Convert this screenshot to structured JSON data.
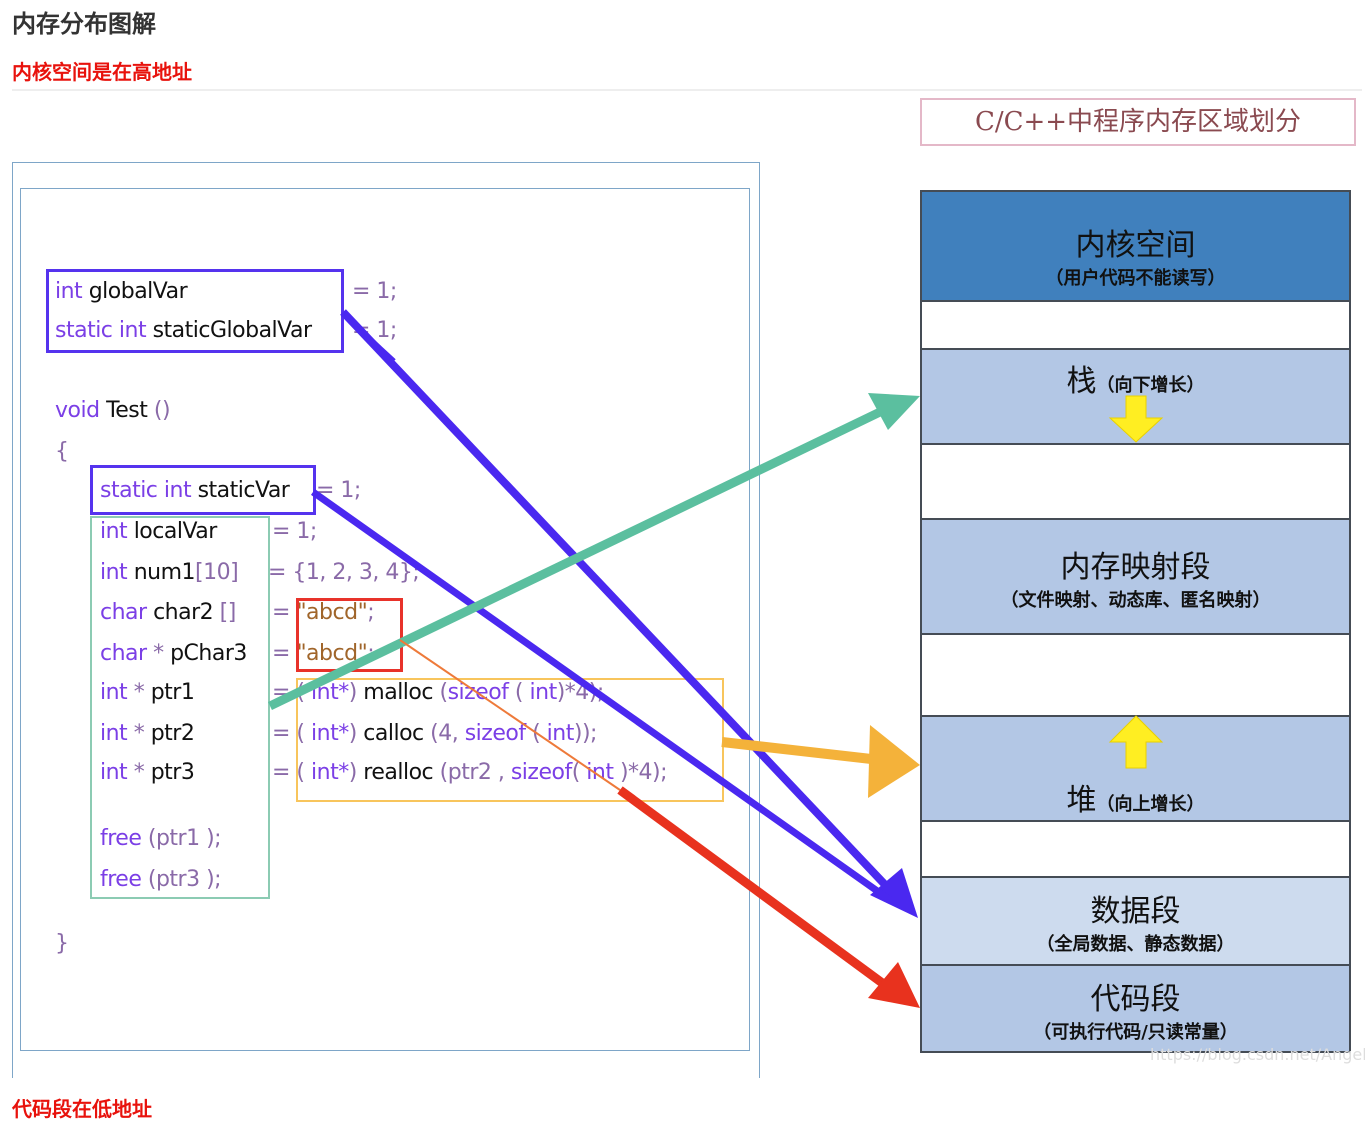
{
  "header": {
    "title": "内存分布图解",
    "note_top": "内核空间是在高地址",
    "note_bottom": "代码段在低地址"
  },
  "code": {
    "lines": [
      {
        "tokens": [
          [
            "kw",
            "int "
          ],
          [
            "id",
            "globalVar"
          ]
        ],
        "rhs": [
          [
            "op",
            "= 1;"
          ]
        ]
      },
      {
        "tokens": [
          [
            "kw",
            "static int "
          ],
          [
            "id",
            "staticGlobalVar"
          ]
        ],
        "rhs": [
          [
            "op",
            "= 1;"
          ]
        ]
      },
      {
        "tokens": [
          [
            "kw",
            "void "
          ],
          [
            "id",
            "Test "
          ],
          [
            "op",
            "()"
          ]
        ],
        "rhs": []
      },
      {
        "tokens": [
          [
            "op",
            "{"
          ]
        ],
        "rhs": []
      },
      {
        "tokens": [
          [
            "kw",
            "static int "
          ],
          [
            "id",
            "staticVar"
          ]
        ],
        "rhs": [
          [
            "op",
            "= 1;"
          ]
        ]
      },
      {
        "tokens": [
          [
            "kw",
            "int "
          ],
          [
            "id",
            "localVar"
          ]
        ],
        "rhs": [
          [
            "op",
            "= 1;"
          ]
        ]
      },
      {
        "tokens": [
          [
            "kw",
            "int "
          ],
          [
            "id",
            "num1"
          ],
          [
            "op",
            "[10]"
          ]
        ],
        "rhs": [
          [
            "op",
            "= {1, 2, 3, 4};"
          ]
        ]
      },
      {
        "tokens": [
          [
            "kw",
            "char "
          ],
          [
            "id",
            "char2 "
          ],
          [
            "op",
            "[]"
          ]
        ],
        "rhs": [
          [
            "op",
            "= "
          ],
          [
            "str",
            "\"abcd\""
          ],
          [
            "op",
            ";"
          ]
        ]
      },
      {
        "tokens": [
          [
            "kw",
            "char "
          ],
          [
            "op",
            "* "
          ],
          [
            "id",
            "pChar3"
          ]
        ],
        "rhs": [
          [
            "op",
            "= "
          ],
          [
            "str",
            "\"abcd\""
          ],
          [
            "op",
            ";"
          ]
        ]
      },
      {
        "tokens": [
          [
            "kw",
            "int "
          ],
          [
            "op",
            "* "
          ],
          [
            "id",
            "ptr1"
          ]
        ],
        "rhs": [
          [
            "op",
            "= ( "
          ],
          [
            "kw",
            "int*"
          ],
          [
            "op",
            ") "
          ],
          [
            "id",
            "malloc "
          ],
          [
            "op",
            "("
          ],
          [
            "kw",
            "sizeof"
          ],
          [
            "op",
            " ( "
          ],
          [
            "kw",
            "int"
          ],
          [
            "op",
            ")*4);"
          ]
        ]
      },
      {
        "tokens": [
          [
            "kw",
            "int "
          ],
          [
            "op",
            "* "
          ],
          [
            "id",
            "ptr2"
          ]
        ],
        "rhs": [
          [
            "op",
            "= ( "
          ],
          [
            "kw",
            "int*"
          ],
          [
            "op",
            ") "
          ],
          [
            "id",
            "calloc "
          ],
          [
            "op",
            "(4, "
          ],
          [
            "kw",
            "sizeof"
          ],
          [
            "op",
            " ( "
          ],
          [
            "kw",
            "int"
          ],
          [
            "op",
            "));"
          ]
        ]
      },
      {
        "tokens": [
          [
            "kw",
            "int "
          ],
          [
            "op",
            "* "
          ],
          [
            "id",
            "ptr3"
          ]
        ],
        "rhs": [
          [
            "op",
            "= ( "
          ],
          [
            "kw",
            "int*"
          ],
          [
            "op",
            ") "
          ],
          [
            "id",
            "realloc "
          ],
          [
            "op",
            "(ptr2 , "
          ],
          [
            "kw",
            "sizeof"
          ],
          [
            "op",
            "( "
          ],
          [
            "kw",
            "int"
          ],
          [
            "op",
            " )*4);"
          ]
        ]
      },
      {
        "tokens": [
          [
            "kw",
            "free "
          ],
          [
            "op",
            "(ptr1 );"
          ]
        ],
        "rhs": []
      },
      {
        "tokens": [
          [
            "kw",
            "free "
          ],
          [
            "op",
            "(ptr3 );"
          ]
        ],
        "rhs": []
      },
      {
        "tokens": [
          [
            "op",
            "}"
          ]
        ],
        "rhs": []
      }
    ]
  },
  "diagram": {
    "title": "C/C++中程序内存区域划分",
    "segments": [
      {
        "main": "内核空间",
        "sub": "（用户代码不能读写）",
        "color": "#4080bd"
      },
      {
        "main": "栈",
        "sub": "（向下增长）",
        "color": "#b3c7e5",
        "arrow": "down"
      },
      {
        "main": "内存映射段",
        "sub": "（文件映射、动态库、匿名映射）",
        "color": "#b3c7e5"
      },
      {
        "main": "堆",
        "sub": "（向上增长）",
        "color": "#b3c7e5",
        "arrow": "up"
      },
      {
        "main": "数据段",
        "sub": "（全局数据、静态数据）",
        "color": "#cddbee"
      },
      {
        "main": "代码段",
        "sub": "（可执行代码/只读常量）",
        "color": "#b3c7e5"
      }
    ],
    "arrow_colors": {
      "stack": "#5bbf9f",
      "heap": "#f4b23a",
      "data": "#4a28f0",
      "code": "#e8321e"
    }
  },
  "watermark": "https://blog.csdn.net/AngelDg"
}
